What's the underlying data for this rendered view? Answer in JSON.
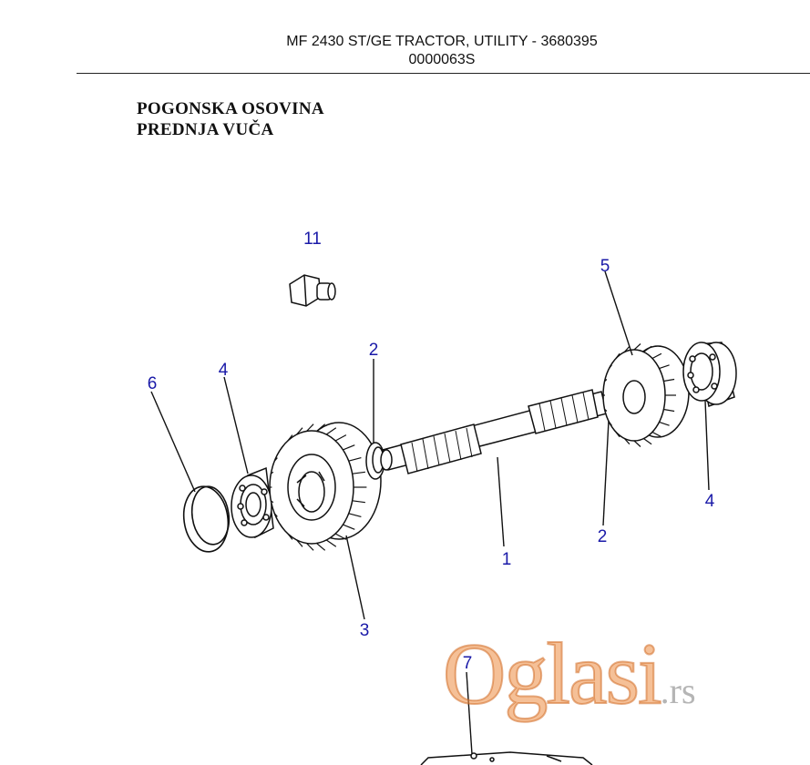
{
  "header": {
    "line1": "MF 2430 ST/GE TRACTOR, UTILITY - 3680395",
    "line2": "0000063S"
  },
  "titles": {
    "line1": "POGONSKA OSOVINA",
    "line2": "PREDNJA VUČA"
  },
  "callouts": {
    "c11": "11",
    "c5": "5",
    "c2a": "2",
    "c4a": "4",
    "c6": "6",
    "c4b": "4",
    "c2b": "2",
    "c1": "1",
    "c3": "3",
    "c7": "7"
  },
  "watermark": {
    "text": "Oglasi",
    "suffix": ".rs"
  }
}
